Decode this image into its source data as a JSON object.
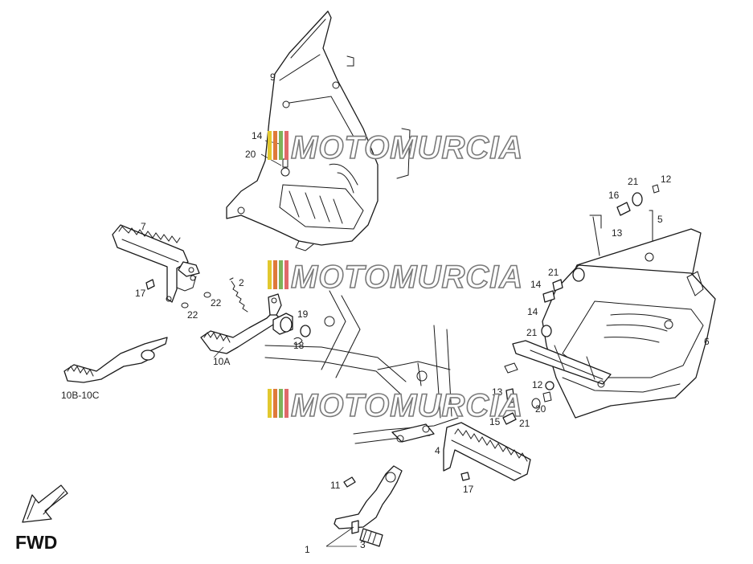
{
  "callouts": [
    {
      "id": "9",
      "text": "9"
    },
    {
      "id": "14a",
      "text": "14"
    },
    {
      "id": "20a",
      "text": "20"
    },
    {
      "id": "21a",
      "text": "21"
    },
    {
      "id": "12a",
      "text": "12"
    },
    {
      "id": "16",
      "text": "16"
    },
    {
      "id": "5",
      "text": "5"
    },
    {
      "id": "13a",
      "text": "13"
    },
    {
      "id": "7",
      "text": "7"
    },
    {
      "id": "2",
      "text": "2"
    },
    {
      "id": "17a",
      "text": "17"
    },
    {
      "id": "22a",
      "text": "22"
    },
    {
      "id": "22b",
      "text": "22"
    },
    {
      "id": "19",
      "text": "19"
    },
    {
      "id": "18",
      "text": "18"
    },
    {
      "id": "10A",
      "text": "10A"
    },
    {
      "id": "10B-10C",
      "text": "10B-10C"
    },
    {
      "id": "21b",
      "text": "21"
    },
    {
      "id": "14b",
      "text": "14"
    },
    {
      "id": "14c",
      "text": "14"
    },
    {
      "id": "21c",
      "text": "21"
    },
    {
      "id": "6",
      "text": "6"
    },
    {
      "id": "12b",
      "text": "12"
    },
    {
      "id": "13b",
      "text": "13"
    },
    {
      "id": "20b",
      "text": "20"
    },
    {
      "id": "15",
      "text": "15"
    },
    {
      "id": "21d",
      "text": "21"
    },
    {
      "id": "4",
      "text": "4"
    },
    {
      "id": "11",
      "text": "11"
    },
    {
      "id": "17b",
      "text": "17"
    },
    {
      "id": "1",
      "text": "1"
    },
    {
      "id": "3",
      "text": "3"
    }
  ],
  "watermark": "MOTOMURCIA",
  "watermark_colors": [
    "#e2c82f",
    "#df7a3a",
    "#7db35a",
    "#e06a6a"
  ],
  "fwd_label": "FWD",
  "icons": [
    "forward-arrow-icon"
  ]
}
